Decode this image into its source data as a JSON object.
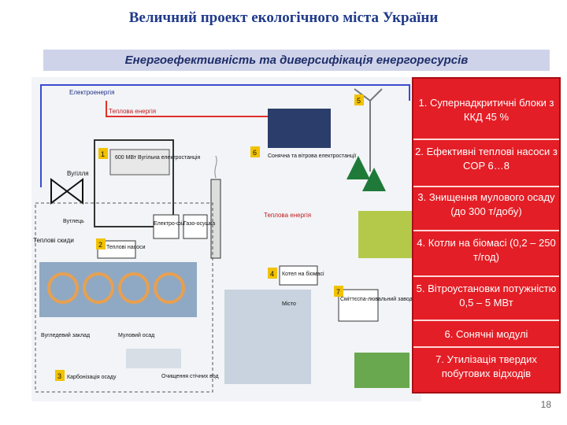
{
  "title": "Величний проект екологічного міста України",
  "subtitle": "Енергоефективність та диверсифікація енергоресурсів",
  "diagram_labels": {
    "electricity": "Електроенергія",
    "heat": "Теплова енергія",
    "plant": "600 МВт Вугільна електростанція",
    "coal": "Вугілля",
    "slag": "Вутлець",
    "heat_pipes": "Теплові скиди",
    "electro_filter": "Електро-фільтр",
    "gas_dryer": "Газо-осушка",
    "heat_pumps": "Теплові насоси",
    "solar_wind": "Сонячна та вітрова електростанції",
    "heat_energy2": "Теплова енергія",
    "biomass_boiler": "Котел на біомасі",
    "city": "Місто",
    "waste_plant": "Сміттєспа-лювальний завод",
    "coal_storage": "Вугледевий заклад",
    "sludge": "Муловий осад",
    "treatment": "Очищення стічних вод",
    "carbonization": "Карбонізація осаду",
    "num1": "1",
    "num2": "2",
    "num3": "3",
    "num4": "4",
    "num5": "5",
    "num6": "6",
    "num7": "7"
  },
  "measures": [
    "1. Супернадкритичні блоки з ККД 45 %",
    "2. Ефективні теплові насоси з COP 6…8",
    "3. Знищення мулового осаду (до 300 т/добу)",
    "4. Котли на біомасі (0,2 – 250 т/год)",
    "5. Вітроустановки потужністю 0,5 – 5 МВт",
    "6. Сонячні модулі",
    "7. Утилізація твердих побутових відходів"
  ],
  "page_number": "18",
  "colors": {
    "panel": "#e41e26",
    "electric": "#3c4bd1",
    "heat": "#e0312b",
    "title": "#1f3a8a"
  }
}
